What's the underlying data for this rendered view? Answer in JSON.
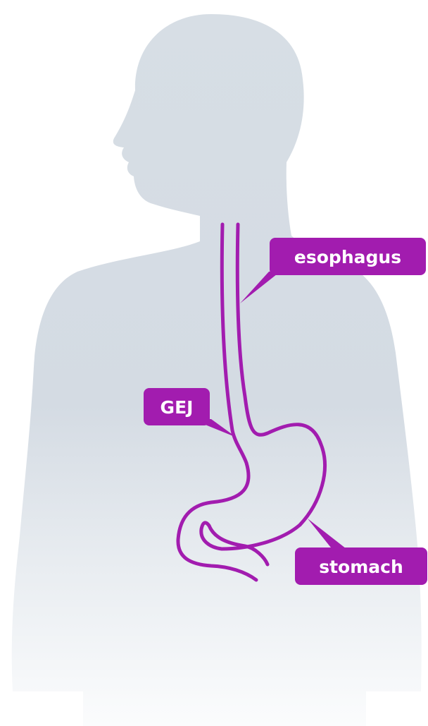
{
  "colors": {
    "silhouette_top": "#d7dee5",
    "silhouette_bottom": "#fbfcfd",
    "organ_stroke": "#a21caf",
    "label_background": "#a21caf",
    "label_text": "#ffffff"
  },
  "labels": {
    "esophagus": "esophagus",
    "gej": "GEJ",
    "stomach": "stomach"
  }
}
